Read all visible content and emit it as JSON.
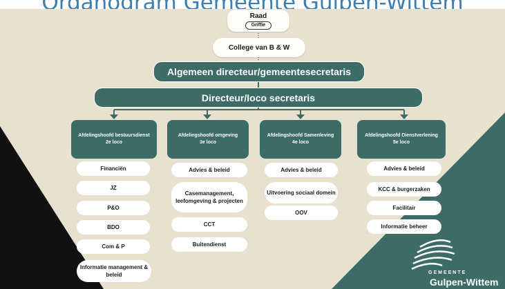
{
  "title": "Organogram Gemeente Gulpen-Wittem",
  "top": {
    "raad": "Raad",
    "griffie": "Griffie",
    "college": "College van B & W",
    "directeur": "Algemeen directeur/gemeentesecretaris",
    "loco": "Directeur/loco secretaris"
  },
  "departments": [
    {
      "title": "Afdelingshoofd bestuursdienst",
      "sub": "2e loco",
      "items": [
        "Financiën",
        "JZ",
        "P&O",
        "BDO",
        "Com & P",
        "Informatie management & beleid"
      ]
    },
    {
      "title": "Afdelingshoofd omgeving",
      "sub": "3e loco",
      "items": [
        "Advies & beleid",
        "Casemanagement, leefomgeving & projecten",
        "CCT",
        "Buitendienst"
      ]
    },
    {
      "title": "Afdelingshoofd Samenleving",
      "sub": "4e loco",
      "items": [
        "Advies & beleid",
        "Uitvoering sociaal domein",
        "OOV"
      ]
    },
    {
      "title": "Afdelingshoofd Dienstverlening",
      "sub": "5e loco",
      "items": [
        "Advies & beleid",
        "KCC & burgerzaken",
        "Facilitair",
        "Informatie beheer"
      ]
    }
  ],
  "logo": {
    "top": "GEMEENTE",
    "name": "Gulpen-Wittem"
  },
  "colors": {
    "teal": "#3d6c67",
    "beige": "#e8e1d0",
    "title_blue": "#3f7fb0"
  }
}
